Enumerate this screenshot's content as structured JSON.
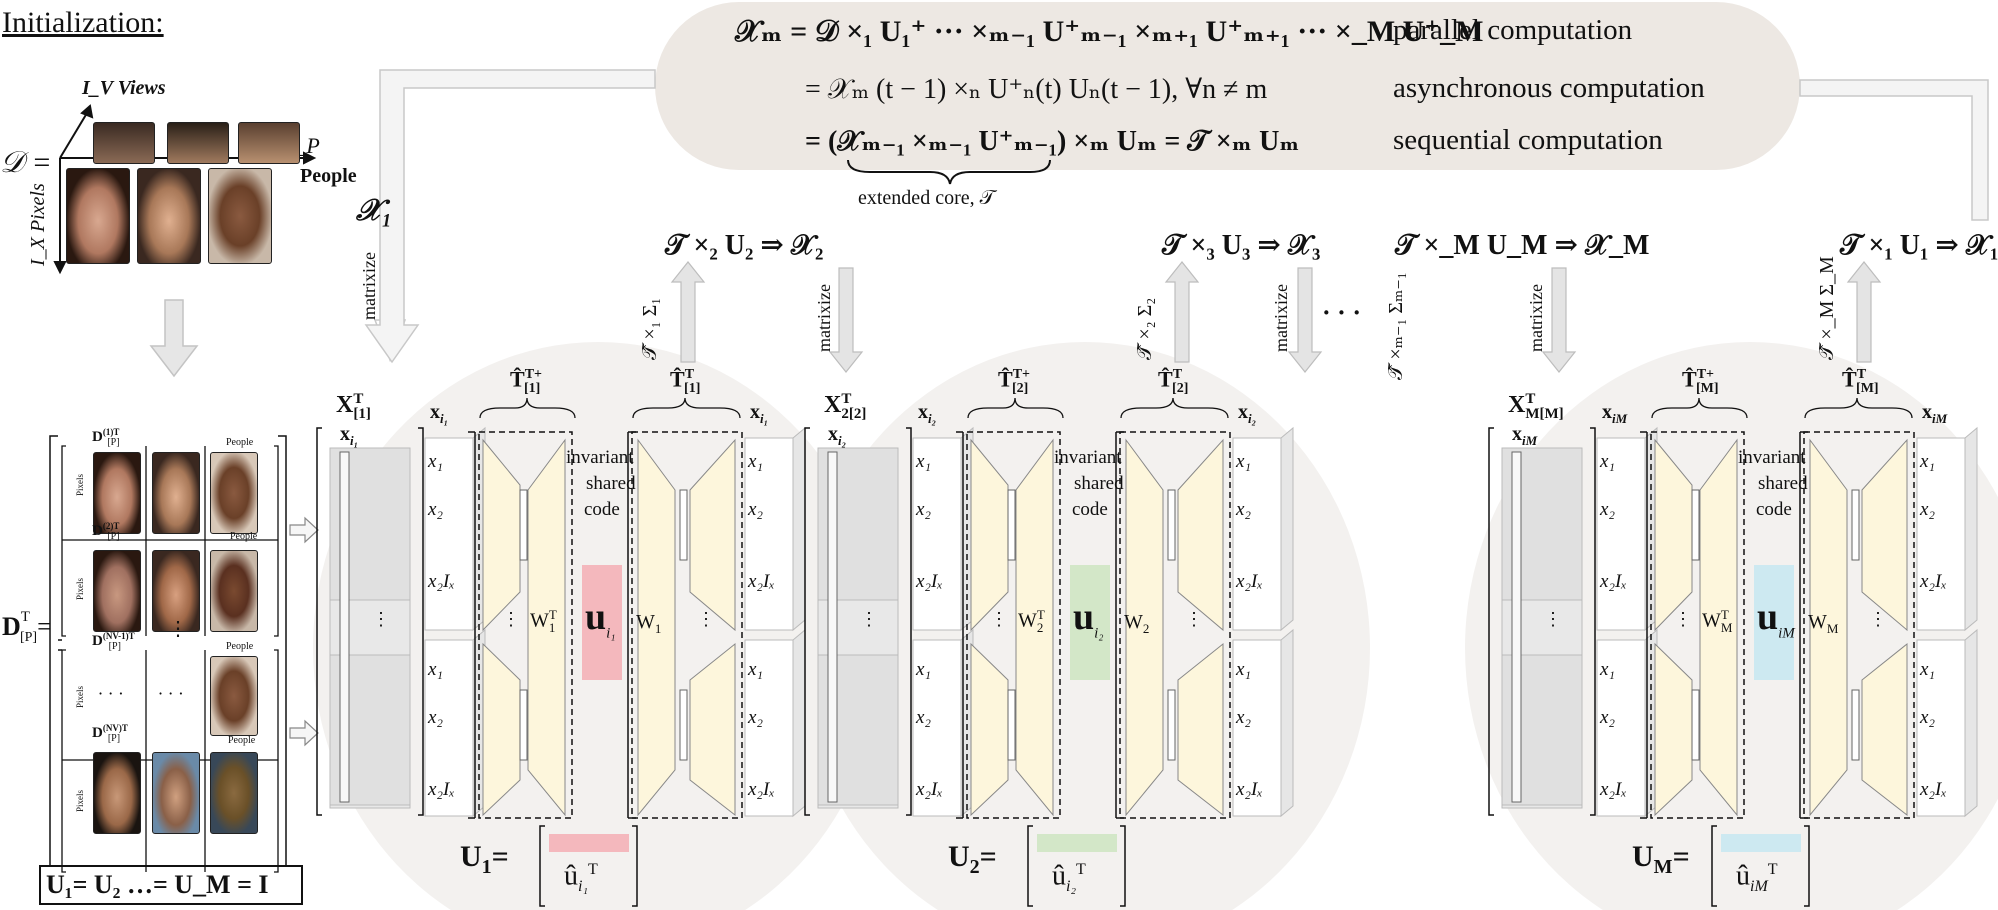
{
  "title": "Initialization:",
  "tensor_labels": {
    "D_eq": "𝒟 =",
    "views_axis": "I_V Views",
    "people_axis": "I_P",
    "people_word": "People",
    "pixels_axis": "I_X Pixels",
    "DT": "D",
    "DT_sup": "T",
    "DT_sub": "[P]",
    "DT_eq": "=",
    "blocks": [
      {
        "label": "D",
        "sup": "(1)T",
        "sub": "[P]",
        "people": "People",
        "pixels": "Pixels"
      },
      {
        "label": "D",
        "sup": "(2)T",
        "sub": "[P]",
        "people": "People",
        "pixels": "Pixels"
      },
      {
        "label": "D",
        "sup": "(NV-1)T",
        "sub": "[P]",
        "people": "People",
        "pixels": "Pixels"
      },
      {
        "label": "D",
        "sup": "(NV)T",
        "sub": "[P]",
        "people": "People",
        "pixels": "Pixels"
      }
    ],
    "vdots": "⋮",
    "hdots": "· · ·",
    "init_eq": "U₁= U₂ …= U_M = I"
  },
  "formula": {
    "line1": "𝒳ₘ = 𝒟 ×₁ U₁⁺ ··· ×ₘ₋₁ U⁺ₘ₋₁ ×ₘ₊₁ U⁺ₘ₊₁ ··· ×_M U⁺_M",
    "line1_desc": "parallel computation",
    "line2": "= 𝒳ₘ (t − 1) ×ₙ U⁺ₙ(t) Uₙ(t − 1),   ∀n ≠ m",
    "line2_desc": "asynchronous computation",
    "line3": "= (𝒳ₘ₋₁ ×ₘ₋₁ U⁺ₘ₋₁) ×ₘ Uₘ = 𝒯 ×ₘ Uₘ",
    "line3_desc": "sequential   computation",
    "brace_label": "extended core, 𝒯"
  },
  "top_labels": {
    "x1": "𝒳₁",
    "t2": "𝒯 ×₂ U₂ ⇒ 𝒳₂",
    "t3": "𝒯 ×₃ U₃ ⇒ 𝒳₃",
    "tM": "𝒯 ×_M U_M ⇒ 𝒳_M",
    "t1": "𝒯 ×₁ U₁ ⇒ 𝒳₁",
    "matrixize": "matrixize",
    "sigma1": "𝒯̂ ×₁ Σ₁",
    "sigma2": "𝒯̂ ×₂ Σ₂",
    "sigmaM1": "𝒯̂ ×ₘ₋₁ Σₘ₋₁",
    "sigmaM": "𝒯̂ ×_M Σ_M",
    "hdots": "· · ·"
  },
  "modules": [
    {
      "X_label": "X",
      "X_sup": "T",
      "X_sub": "[1]",
      "x_i": "x",
      "x_i_sub": "i₁",
      "enc_label": "T̂",
      "enc_sup": "T+",
      "enc_sub": "[1]",
      "dec_label": "T̂",
      "dec_sup": "T",
      "dec_sub": "[1]",
      "invariant": [
        "invariant",
        "shared",
        "code"
      ],
      "W_enc": "W",
      "W_enc_sup": "T",
      "W_enc_sub": "1",
      "W_dec": "W",
      "W_dec_sub": "1",
      "u_label": "u",
      "u_sub": "i₁",
      "U_label": "U",
      "U_sub": "1",
      "U_eq": "=",
      "U_hat": "û",
      "U_hat_sub": "i₁",
      "U_hat_sup": "T",
      "color": "#f4b8bd"
    },
    {
      "X_label": "X",
      "X_sup": "T",
      "X_sub": "2[2]",
      "x_i": "x",
      "x_i_sub": "i₂",
      "enc_label": "T̂",
      "enc_sup": "T+",
      "enc_sub": "[2]",
      "dec_label": "T̂",
      "dec_sup": "T",
      "dec_sub": "[2]",
      "invariant": [
        "invariant",
        "shared",
        "code"
      ],
      "W_enc": "W",
      "W_enc_sup": "T",
      "W_enc_sub": "2",
      "W_dec": "W",
      "W_dec_sub": "2",
      "u_label": "u",
      "u_sub": "i₂",
      "U_label": "U",
      "U_sub": "2",
      "U_eq": "=",
      "U_hat": "û",
      "U_hat_sub": "i₂",
      "U_hat_sup": "T",
      "color": "#d3e7c8"
    },
    {
      "X_label": "X",
      "X_sup": "T",
      "X_sub": "M[M]",
      "x_i": "x",
      "x_i_sub": "iM",
      "enc_label": "T̂",
      "enc_sup": "T+",
      "enc_sub": "[M]",
      "dec_label": "T̂",
      "dec_sup": "T",
      "dec_sub": "[M]",
      "invariant": [
        "invariant",
        "shared",
        "code"
      ],
      "W_enc": "W",
      "W_enc_sup": "T",
      "W_enc_sub": "M",
      "W_dec": "W",
      "W_dec_sub": "M",
      "u_label": "u",
      "u_sub": "iM",
      "U_label": "U",
      "U_sub": "M",
      "U_eq": "=",
      "U_hat": "û",
      "U_hat_sub": "iM",
      "U_hat_sup": "T",
      "color": "#cde9f1"
    }
  ],
  "x_entries": [
    "x₁",
    "x₂",
    "x₂Iₓ"
  ],
  "colors": {
    "bubble": "#ede8e3",
    "module_bg": "#f2f0ee",
    "trapezoid": "#fdf6dc",
    "arrow": "#d8d8d8",
    "matrix": "#e8e8e8"
  }
}
